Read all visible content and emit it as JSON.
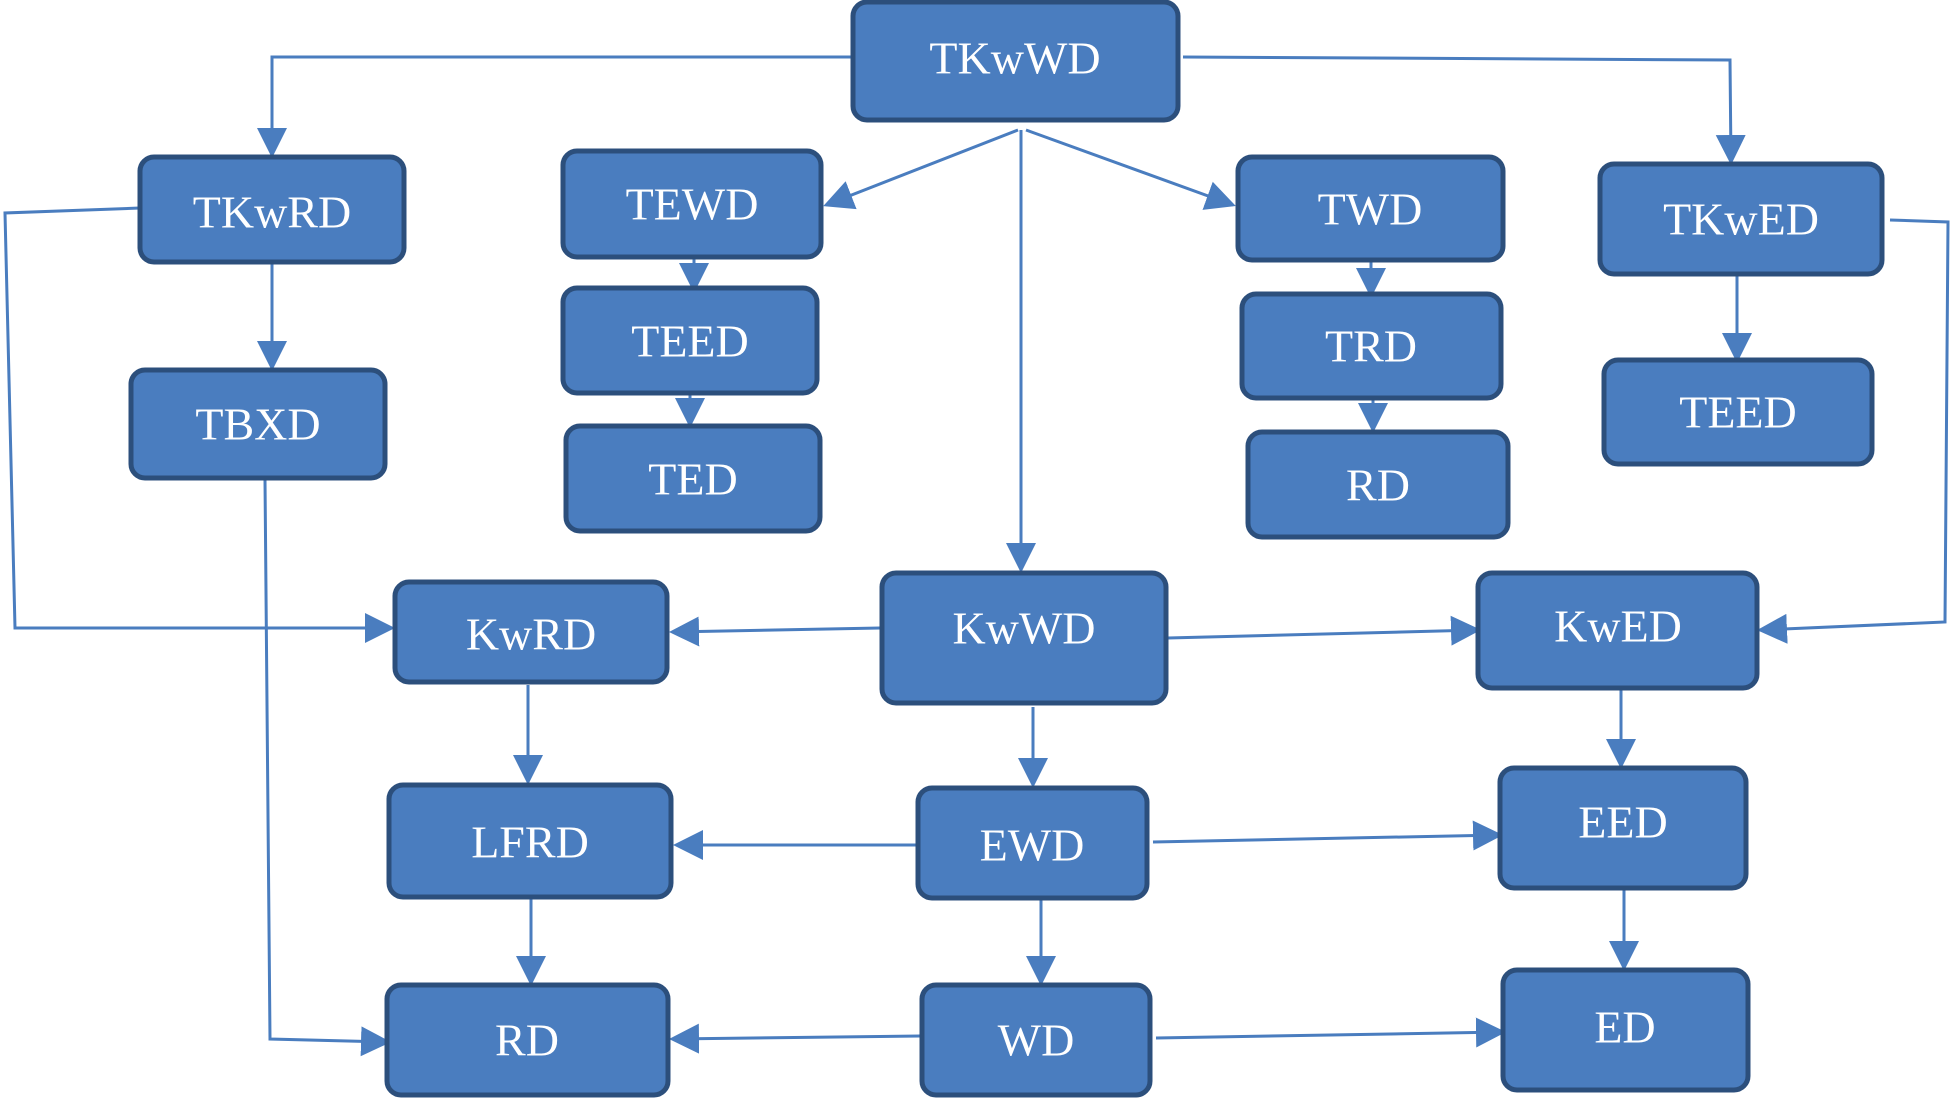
{
  "nodes": {
    "tkwwd": "TKwWD",
    "tkwrd": "TKwRD",
    "tbxd": "TBXD",
    "tewd": "TEWD",
    "teed_mid": "TEED",
    "ted": "TED",
    "twd": "TWD",
    "trd": "TRD",
    "rd_upper": "RD",
    "tkwed": "TKwED",
    "teed_right": "TEED",
    "kwrd": "KwRD",
    "kwwd": "KwWD",
    "kwed": "KwED",
    "lfrd": "LFRD",
    "ewd": "EWD",
    "eed": "EED",
    "rd_lower": "RD",
    "wd": "WD",
    "ed": "ED"
  },
  "colors": {
    "node_fill": "#4a7dbf",
    "node_border": "#2c4f7c",
    "edge": "#4a7dbf",
    "text": "#ffffff"
  }
}
